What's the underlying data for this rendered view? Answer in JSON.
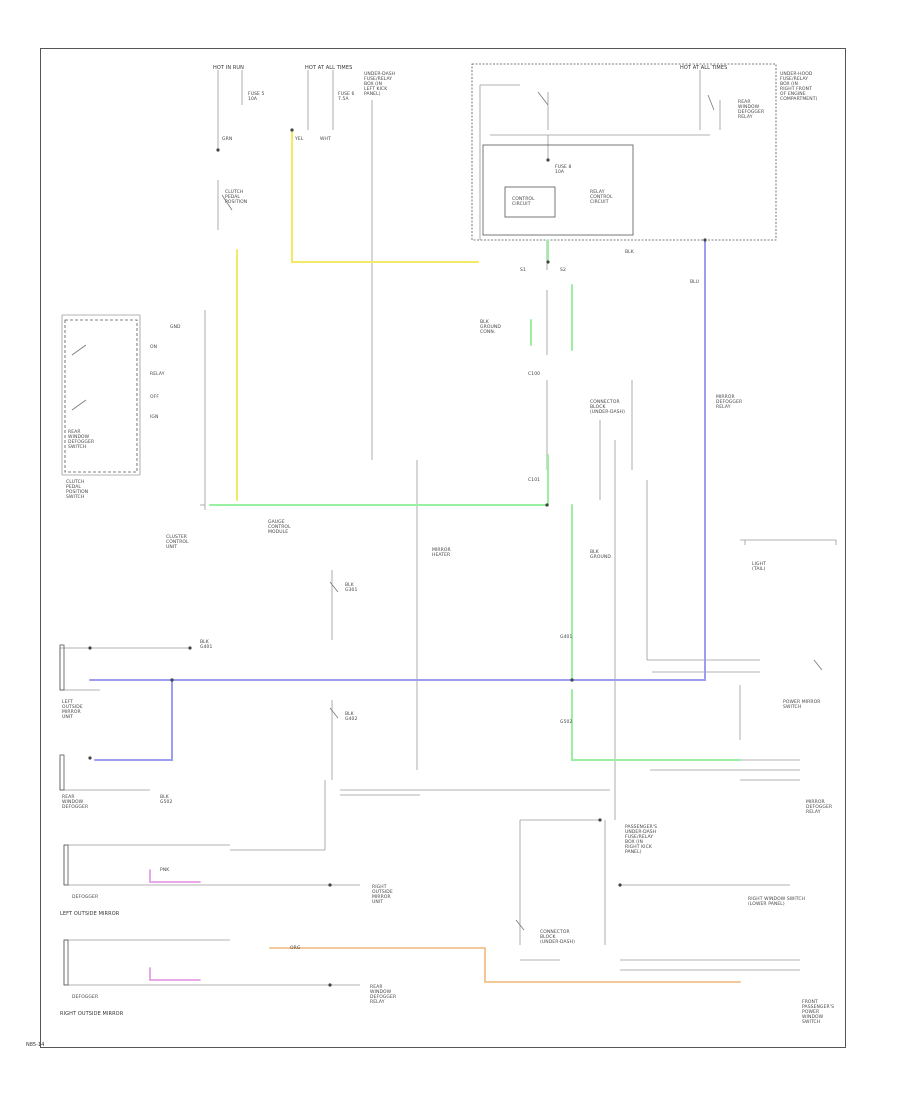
{
  "diagram": {
    "footer_code": "N85-14",
    "labels": {
      "hot_in_run_top": "HOT IN RUN",
      "hot_at_all_times_top": "HOT AT ALL TIMES",
      "hot_at_all_times_box": "HOT AT ALL TIMES",
      "fuse_left": "FUSE 5\n10A",
      "fuse_mid": "FUSE 6\n7.5A",
      "under_dash_box": "UNDER-DASH\nFUSE/RELAY\nBOX (IN\nLEFT KICK\nPANEL)",
      "under_hood_box": "UNDER-HOOD\nFUSE/RELAY\nBOX (IN\nRIGHT FRONT\nOF ENGINE\nCOMPARTMENT)",
      "fuse_box_inner": "FUSE 8\n10A",
      "control_circuit": "CONTROL\nCIRCUIT",
      "relay_control": "RELAY\nCONTROL\nCIRCUIT",
      "rear_defogger_relay": "REAR\nWINDOW\nDEFOGGER\nRELAY",
      "clutch_pedal_label": "CLUTCH\nPEDAL\nPOSITION\nSWITCH",
      "cluster_ctrl_unit": "CLUSTER\nCONTROL\nUNIT",
      "gauge_control": "GAUGE\nCONTROL\nMODULE",
      "clutch_pedal_pos": "CLUTCH\nPEDAL\nPOSITION",
      "rear_window_defogger_switch": "REAR\nWINDOW\nDEFOGGER\nSWITCH",
      "switch_on": "ON",
      "switch_off": "OFF",
      "ign": "IGN",
      "gnd": "GND",
      "relay_coil": "RELAY",
      "inter_unit": "CONNECTOR\nBLOCK\n(UNDER-DASH)",
      "g401": "G401",
      "g502": "G502",
      "s1": "S1",
      "s2": "S2",
      "c100": "C100",
      "c101": "C101",
      "yel": "YEL",
      "grn": "GRN",
      "blu": "BLU",
      "blk": "BLK",
      "wht": "WHT",
      "org": "ORG",
      "pnk": "PNK",
      "power_mirror": "POWER MIRROR\nSWITCH",
      "left_outside_mirror_unit": "LEFT\nOUTSIDE\nMIRROR\nUNIT",
      "rear_window_defogger_unit": "REAR\nWINDOW\nDEFOGGER",
      "light_tail": "LIGHT\n(TAIL)",
      "right_outside_mirror_unit": "RIGHT\nOUTSIDE\nMIRROR\nUNIT",
      "passenger_under_dash": "PASSENGER'S\nUNDER-DASH\nFUSE/RELAY\nBOX (IN\nRIGHT KICK\nPANEL)",
      "defogger_left": "DEFOGGER",
      "defogger_right": "DEFOGGER",
      "left_outside_mirror": "LEFT OUTSIDE MIRROR",
      "right_outside_mirror": "RIGHT OUTSIDE MIRROR",
      "mirror_defogger_box": "MIRROR\nDEFOGGER\nRELAY",
      "right_window_caption": "RIGHT WINDOW SWITCH\n(LOWER PANEL)",
      "front_passenger_caption": "FRONT\nPASSENGER'S\nPOWER\nWINDOW\nSWITCH",
      "blk_g401_left": "BLK\nG401",
      "blk_g502_right": "BLK\nG502",
      "blk_gnd_top": "BLK\nGROUND\nCONN.",
      "mirror_heater": "MIRROR\nHEATER",
      "ground_mid": "BLK\nGROUND",
      "gnd_note_1": "BLK\nG301",
      "gnd_note_2": "BLK\nG402"
    }
  }
}
